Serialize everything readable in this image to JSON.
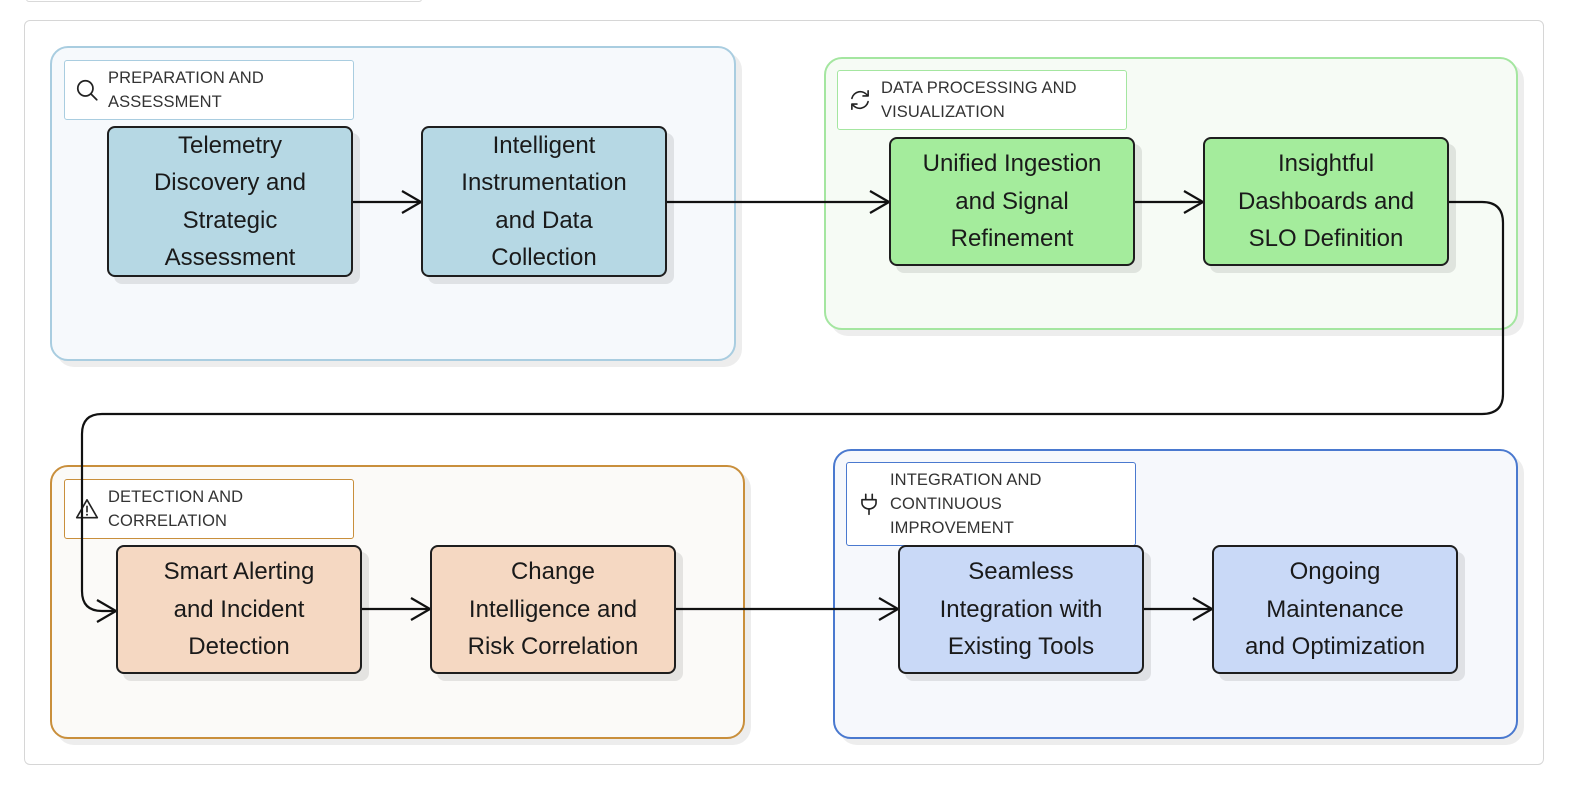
{
  "diagram": {
    "groups": [
      {
        "id": "preparation",
        "label": "PREPARATION AND ASSESSMENT",
        "label_lines": [
          "PREPARATION AND",
          "ASSESSMENT"
        ],
        "icon": "search-icon",
        "border_color": "#a9cde0",
        "fill_color": "#f6f9fc",
        "nodes": [
          {
            "id": "n1",
            "lines": [
              "Telemetry",
              "Discovery and",
              "Strategic",
              "Assessment"
            ]
          },
          {
            "id": "n2",
            "lines": [
              "Intelligent",
              "Instrumentation",
              "and Data",
              "Collection"
            ]
          }
        ]
      },
      {
        "id": "processing",
        "label": "DATA PROCESSING AND VISUALIZATION",
        "label_lines": [
          "DATA PROCESSING AND",
          "VISUALIZATION"
        ],
        "icon": "refresh-icon",
        "border_color": "#a4e6a0",
        "fill_color": "#f6fbf5",
        "nodes": [
          {
            "id": "n3",
            "lines": [
              "Unified Ingestion",
              "and Signal",
              "Refinement"
            ]
          },
          {
            "id": "n4",
            "lines": [
              "Insightful",
              "Dashboards and",
              "SLO Definition"
            ]
          }
        ]
      },
      {
        "id": "detection",
        "label": "DETECTION AND CORRELATION",
        "label_lines": [
          "DETECTION AND",
          "CORRELATION"
        ],
        "icon": "warning-icon",
        "border_color": "#c98f3c",
        "fill_color": "#fbfaf8",
        "nodes": [
          {
            "id": "n5",
            "lines": [
              "Smart Alerting",
              "and Incident",
              "Detection"
            ]
          },
          {
            "id": "n6",
            "lines": [
              "Change",
              "Intelligence and",
              "Risk Correlation"
            ]
          }
        ]
      },
      {
        "id": "integration",
        "label": "INTEGRATION AND CONTINUOUS IMPROVEMENT",
        "label_lines": [
          "INTEGRATION AND",
          "CONTINUOUS",
          "IMPROVEMENT"
        ],
        "icon": "plug-icon",
        "border_color": "#4a79cf",
        "fill_color": "#f6f8fc",
        "nodes": [
          {
            "id": "n7",
            "lines": [
              "Seamless",
              "Integration with",
              "Existing Tools"
            ]
          },
          {
            "id": "n8",
            "lines": [
              "Ongoing",
              "Maintenance",
              "and Optimization"
            ]
          }
        ]
      }
    ],
    "node_colors": {
      "preparation": "#b6d8e4",
      "processing": "#a4ec9c",
      "detection": "#f5d8c2",
      "integration": "#c9d9f7"
    },
    "edges": [
      {
        "from": "n1",
        "to": "n2"
      },
      {
        "from": "n2",
        "to": "n3"
      },
      {
        "from": "n3",
        "to": "n4"
      },
      {
        "from": "n4",
        "to": "n5"
      },
      {
        "from": "n5",
        "to": "n6"
      },
      {
        "from": "n6",
        "to": "n7"
      },
      {
        "from": "n7",
        "to": "n8"
      }
    ]
  }
}
